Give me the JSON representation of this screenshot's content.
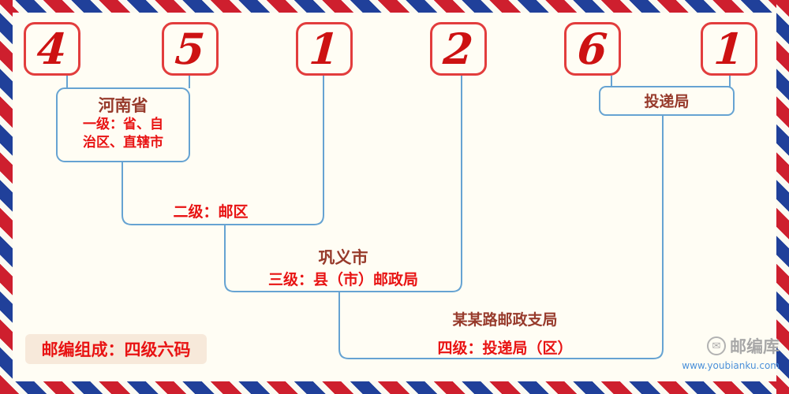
{
  "postal_code": {
    "digits": [
      "4",
      "5",
      "1",
      "2",
      "6",
      "1"
    ]
  },
  "labels": {
    "level1_place": "河南省",
    "level1_desc_line1": "一级：省、自",
    "level1_desc_line2": "治区、直辖市",
    "level2_desc": "二级：邮区",
    "level3_place": "巩义市",
    "level3_desc": "三级：县（市）邮政局",
    "level4_place": "某某路邮政支局",
    "level4_desc": "四级：投递局（区）",
    "delivery_label": "投递局",
    "composition": "邮编组成：四级六码"
  },
  "branding": {
    "site_name": "邮编库",
    "site_url": "www.youbianku.com",
    "envelope_icon": "✉"
  },
  "colors": {
    "digit_red": "#cd1212",
    "digit_box_border": "#e23d3d",
    "connector_blue": "#66a3d2",
    "place_dark_red": "#973a2b",
    "desc_red": "#e81313",
    "stripe_red": "#ce1f2e",
    "stripe_blue": "#20409a",
    "background_cream": "#fffdf4",
    "composition_bg": "#f7e9da",
    "url_blue": "#4a90d9"
  }
}
